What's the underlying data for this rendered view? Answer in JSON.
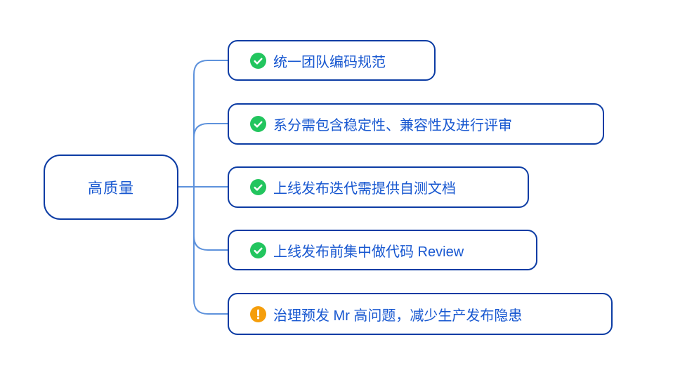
{
  "mindmap": {
    "root": {
      "label": "高质量",
      "children": [
        {
          "icon": "check-icon",
          "label": "统一团队编码规范"
        },
        {
          "icon": "check-icon",
          "label": "系分需包含稳定性、兼容性及进行评审"
        },
        {
          "icon": "check-icon",
          "label": "上线发布迭代需提供自测文档"
        },
        {
          "icon": "check-icon",
          "label": "上线发布前集中做代码 Review"
        },
        {
          "icon": "warning-icon",
          "label": "治理预发 Mr 高问题，减少生产发布隐患"
        }
      ]
    },
    "colors": {
      "node_border": "#0C3CA4",
      "node_text": "#1757D0",
      "connector": "#5E92DC",
      "check_icon": "#22C55E",
      "warning_icon": "#F59E0B",
      "background": "#FFFFFF"
    }
  }
}
